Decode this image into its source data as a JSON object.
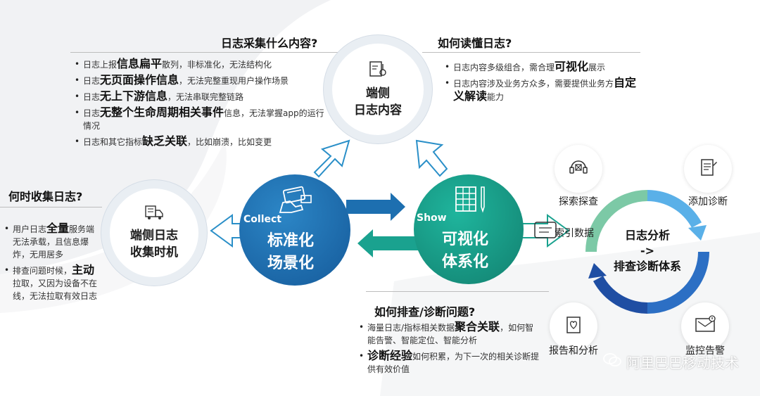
{
  "colors": {
    "blue": "#1d6fb0",
    "teal": "#1aa28f",
    "green_light": "#7cc9a6",
    "blue_light": "#5ab0e8",
    "dark_blue": "#1f4ea3"
  },
  "top_center": {
    "title_line1": "端侧",
    "title_line2": "日志内容",
    "icon": "document-thermometer-icon"
  },
  "left_circle": {
    "title_line1": "端侧日志",
    "title_line2": "收集时机",
    "icon": "truck-document-icon"
  },
  "collect": {
    "tag": "Collect",
    "line1": "标准化",
    "line2": "场景化",
    "icon": "hand-card-icon"
  },
  "show": {
    "tag": "Show",
    "line1": "可视化",
    "line2": "体系化",
    "icon": "spreadsheet-pen-icon"
  },
  "q_what": {
    "heading": "日志采集什么内容?",
    "items": [
      [
        {
          "t": "日志上报",
          "b": false
        },
        {
          "t": "信息扁平",
          "b": true
        },
        {
          "t": "散列，非标准化，无法结构化",
          "b": false
        }
      ],
      [
        {
          "t": "日志",
          "b": false
        },
        {
          "t": "无页面操作信息",
          "b": true
        },
        {
          "t": "，无法完整重现用户操作场景",
          "b": false
        }
      ],
      [
        {
          "t": "日志",
          "b": false
        },
        {
          "t": "无上下游信息",
          "b": true
        },
        {
          "t": "，无法串联完整链路",
          "b": false
        }
      ],
      [
        {
          "t": "日志",
          "b": false
        },
        {
          "t": "无整个生命周期相关事件",
          "b": true
        },
        {
          "t": "信息，无法掌握app的运行情况",
          "b": false
        }
      ],
      [
        {
          "t": "日志和其它指标",
          "b": false
        },
        {
          "t": "缺乏关联",
          "b": true
        },
        {
          "t": "，比如崩溃，比如变更",
          "b": false
        }
      ]
    ]
  },
  "q_read": {
    "heading": "如何读懂日志?",
    "items": [
      [
        {
          "t": "日志内容多级组合，需合理",
          "b": false
        },
        {
          "t": "可视化",
          "b": true
        },
        {
          "t": "展示",
          "b": false
        }
      ],
      [
        {
          "t": "日志内容涉及业务方众多，需要提供业务方",
          "b": false
        },
        {
          "t": "自定义解读",
          "b": true
        },
        {
          "t": "能力",
          "b": false
        }
      ]
    ]
  },
  "q_when": {
    "heading": "何时收集日志?",
    "items": [
      [
        {
          "t": "用户日志",
          "b": false
        },
        {
          "t": "全量",
          "b": true
        },
        {
          "t": "服务端无法承载，且信息爆炸，无用居多",
          "b": false
        }
      ],
      [
        {
          "t": "排查问题时候，",
          "b": false
        },
        {
          "t": "主动",
          "b": true
        },
        {
          "t": "拉取，又因为设备不在线，无法拉取有效日志",
          "b": false
        }
      ]
    ]
  },
  "q_diag": {
    "heading": "如何排查/诊断问题?",
    "items": [
      [
        {
          "t": "海量日志/指标相关数据",
          "b": false
        },
        {
          "t": "聚合关联",
          "b": true
        },
        {
          "t": "，如何智能告警、智能定位、智能分析",
          "b": false
        }
      ],
      [
        {
          "t": "诊断经验",
          "b": true
        },
        {
          "t": "如何积累，为下一次的相关诊断提供有效价值",
          "b": false
        }
      ]
    ]
  },
  "cycle": {
    "center_line1": "日志分析",
    "center_line2": "->",
    "center_line3": "排查诊断体系",
    "items": [
      {
        "label": "探索探查",
        "icon": "headset-icon"
      },
      {
        "label": "添加诊断",
        "icon": "checklist-icon"
      },
      {
        "label": "索引数据",
        "icon": "index-data-icon"
      },
      {
        "label": "报告和分析",
        "icon": "report-heart-icon"
      },
      {
        "label": "监控告警",
        "icon": "monitor-alert-icon"
      }
    ]
  },
  "watermark": {
    "text": "阿里巴巴移动技术",
    "icon": "wechat-icon"
  }
}
